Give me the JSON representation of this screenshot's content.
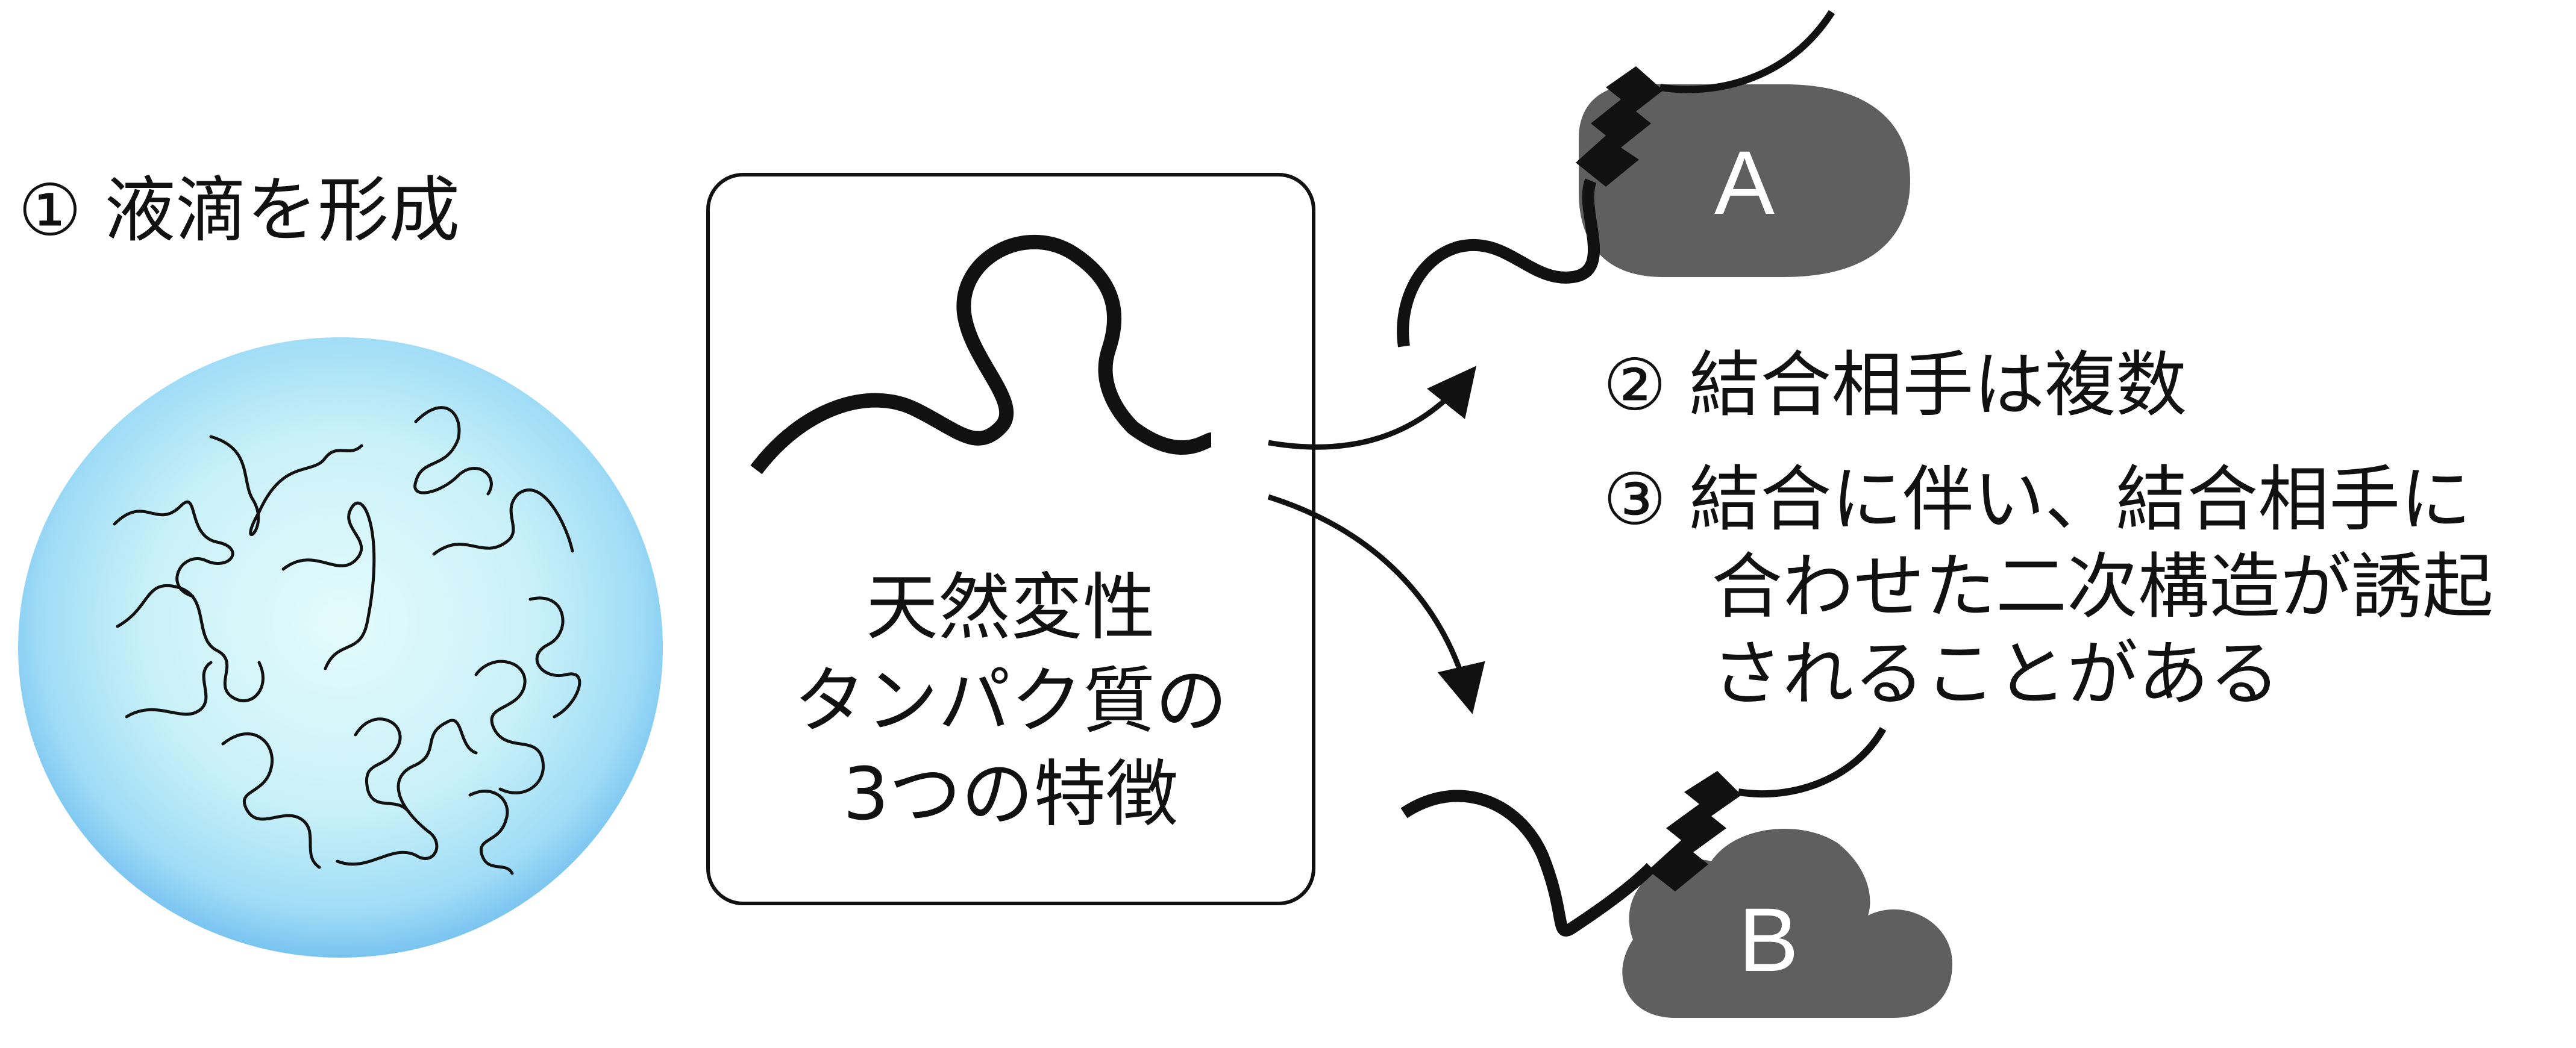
{
  "labels": {
    "item1": "① 液滴を形成",
    "item2": "② 結合相手は複数",
    "item3_line1": "③ 結合に伴い、結合相手に",
    "item3_line2": "合わせた二次構造が誘起",
    "item3_line3": "されることがある"
  },
  "center_box": {
    "line1": "天然変性",
    "line2": "タンパク質の",
    "line3": "3つの特徴"
  },
  "partners": {
    "a": "A",
    "b": "B"
  },
  "colors": {
    "droplet_center": "#dff8fb",
    "droplet_edge": "#7cc8f2",
    "partner_fill": "#5f5f5f",
    "ink": "#111111"
  }
}
